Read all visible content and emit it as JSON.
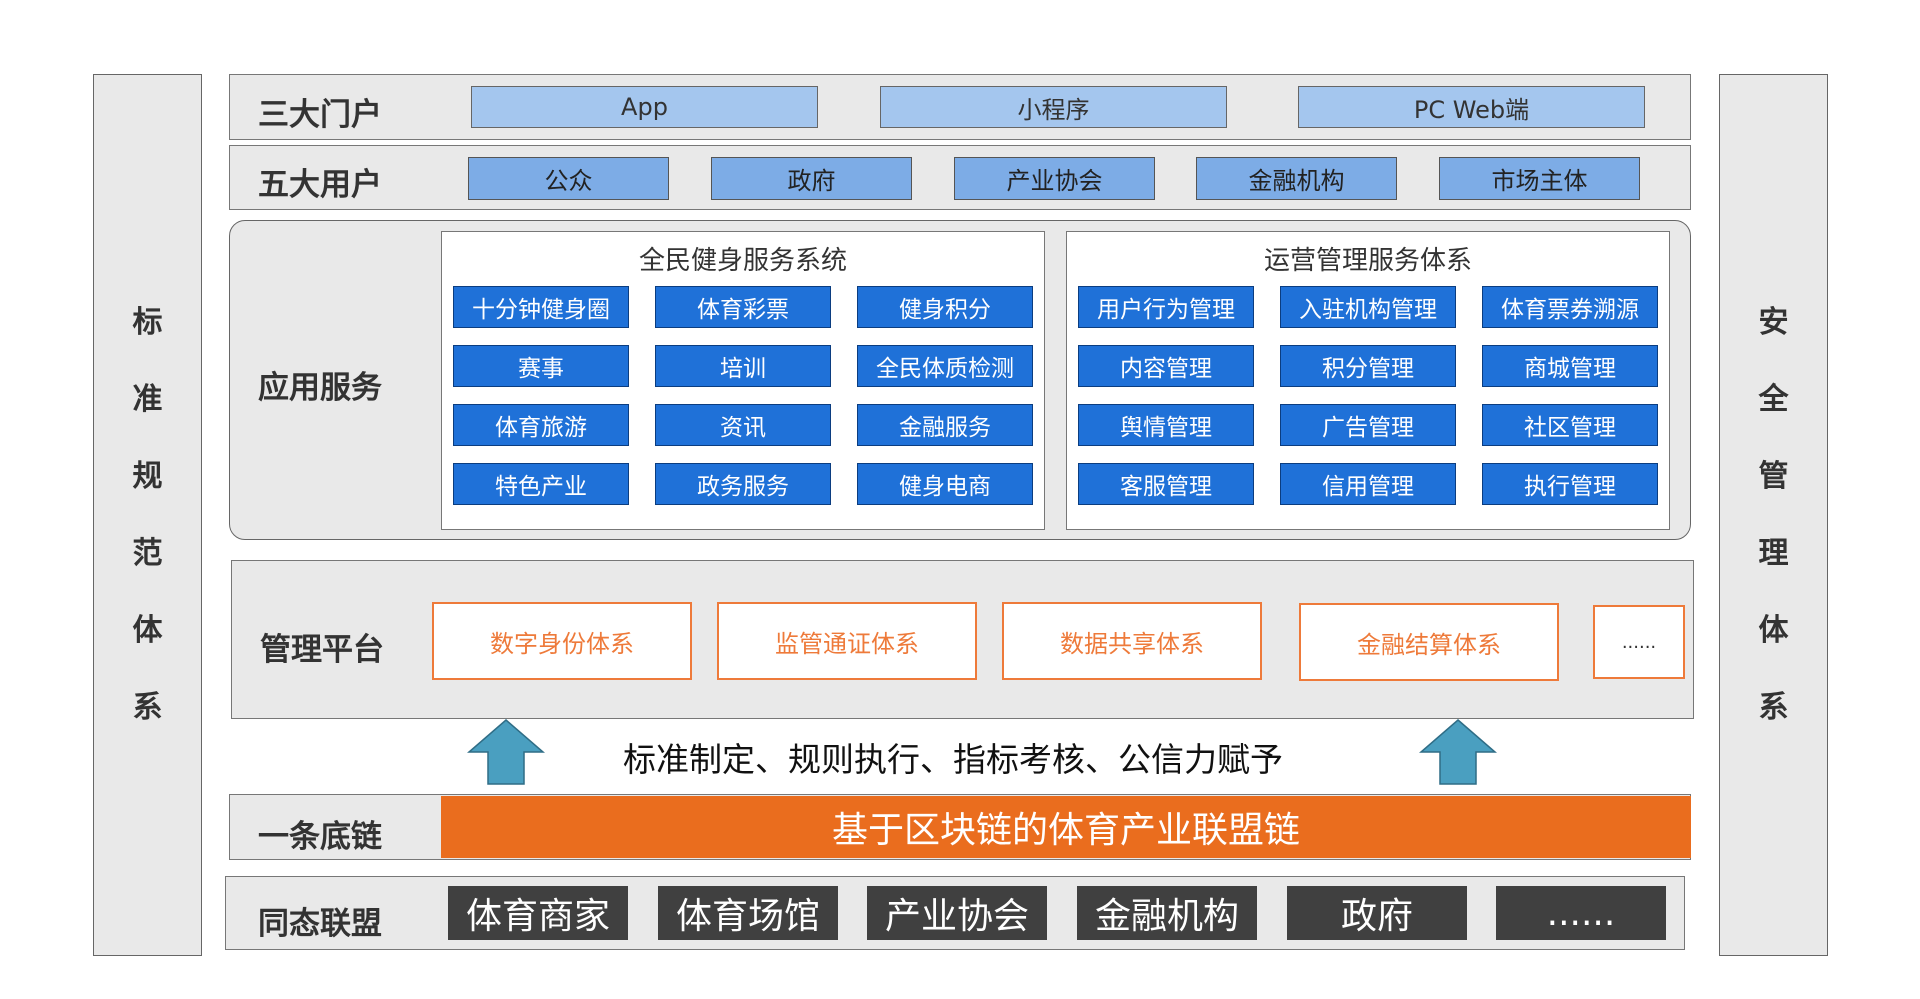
{
  "left_system": {
    "chars": [
      "标",
      "准",
      "规",
      "范",
      "体",
      "系"
    ]
  },
  "right_system": {
    "chars": [
      "安",
      "全",
      "管",
      "理",
      "体",
      "系"
    ]
  },
  "portals": {
    "label": "三大门户",
    "items": [
      "App",
      "小程序",
      "PC Web端"
    ]
  },
  "users": {
    "label": "五大用户",
    "items": [
      "公众",
      "政府",
      "产业协会",
      "金融机构",
      "市场主体"
    ]
  },
  "app_services": {
    "label": "应用服务",
    "fitness": {
      "title": "全民健身服务系统",
      "items": [
        "十分钟健身圈",
        "体育彩票",
        "健身积分",
        "赛事",
        "培训",
        "全民体质检测",
        "体育旅游",
        "资讯",
        "金融服务",
        "特色产业",
        "政务服务",
        "健身电商"
      ]
    },
    "operations": {
      "title": "运营管理服务体系",
      "items": [
        "用户行为管理",
        "入驻机构管理",
        "体育票券溯源",
        "内容管理",
        "积分管理",
        "商城管理",
        "舆情管理",
        "广告管理",
        "社区管理",
        "客服管理",
        "信用管理",
        "执行管理"
      ]
    }
  },
  "management": {
    "label": "管理平台",
    "items": [
      "数字身份体系",
      "监管通证体系",
      "数据共享体系",
      "金融结算体系",
      "......"
    ]
  },
  "slogan": "标准制定、规则执行、指标考核、公信力赋予",
  "chain": {
    "label": "一条底链",
    "bar": "基于区块链的体育产业联盟链"
  },
  "alliance": {
    "label": "同态联盟",
    "items": [
      "体育商家",
      "体育场馆",
      "产业协会",
      "金融机构",
      "政府",
      "......"
    ]
  },
  "colors": {
    "service_blue": "#1f71d8",
    "user_blue": "#7dace6",
    "portal_blue": "#a4c6ee",
    "chain_orange": "#ea6d1e",
    "box_orange": "#ee7a3a",
    "alliance_dark": "#404040",
    "arrow_teal": "#4a9fc0"
  }
}
